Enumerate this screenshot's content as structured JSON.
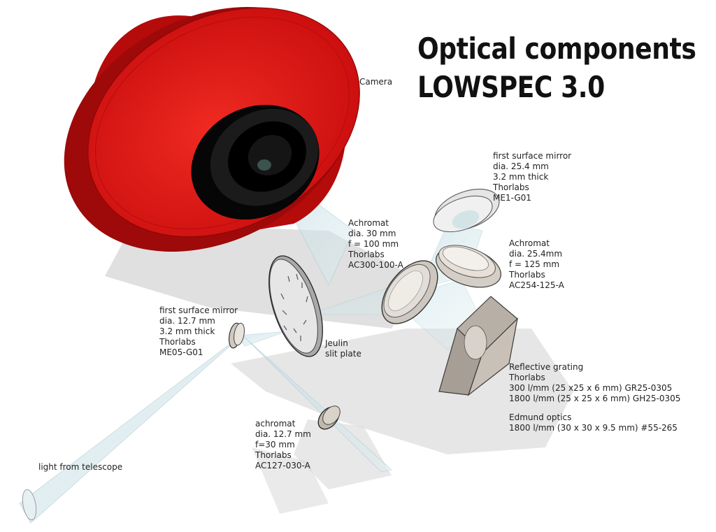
{
  "title": {
    "line1": "Optical components",
    "line2": "LOWSPEC 3.0"
  },
  "labels": {
    "camera": "Camera",
    "mirror1": [
      "first surface mirror",
      "dia. 25.4 mm",
      "3.2 mm thick",
      "Thorlabs",
      "ME1-G01"
    ],
    "achromat_large": [
      "Achromat",
      "dia. 30 mm",
      "f = 100 mm",
      "Thorlabs",
      "AC300-100-A"
    ],
    "achromat_mid": [
      "Achromat",
      "dia. 25.4mm",
      "f = 125 mm",
      "Thorlabs",
      "AC254-125-A"
    ],
    "mirror2": [
      "first surface mirror",
      "dia. 12.7 mm",
      "3.2 mm thick",
      "Thorlabs",
      "ME05-G01"
    ],
    "slit": [
      "Jeulin",
      "slit plate"
    ],
    "grating": [
      "Reflective grating",
      "Thorlabs",
      "300 l/mm (25 x25 x 6 mm) GR25-0305",
      "1800 l/mm (25 x 25 x 6 mm) GH25-0305"
    ],
    "edmund": [
      "Edmund optics",
      "1800 l/mm (30 x 30 x 9.5 mm) #55-265"
    ],
    "achromat_small": [
      "achromat",
      "dia. 12.7 mm",
      "f=30 mm",
      "Thorlabs",
      "AC127-030-A"
    ],
    "telescope": "light from telescope"
  },
  "colors": {
    "camera_body": "#e01414",
    "camera_front": "#0d0d0d",
    "beam": "#c9e0e6",
    "shadow": "#d2d2d2",
    "glass": "#d9d4cc"
  }
}
